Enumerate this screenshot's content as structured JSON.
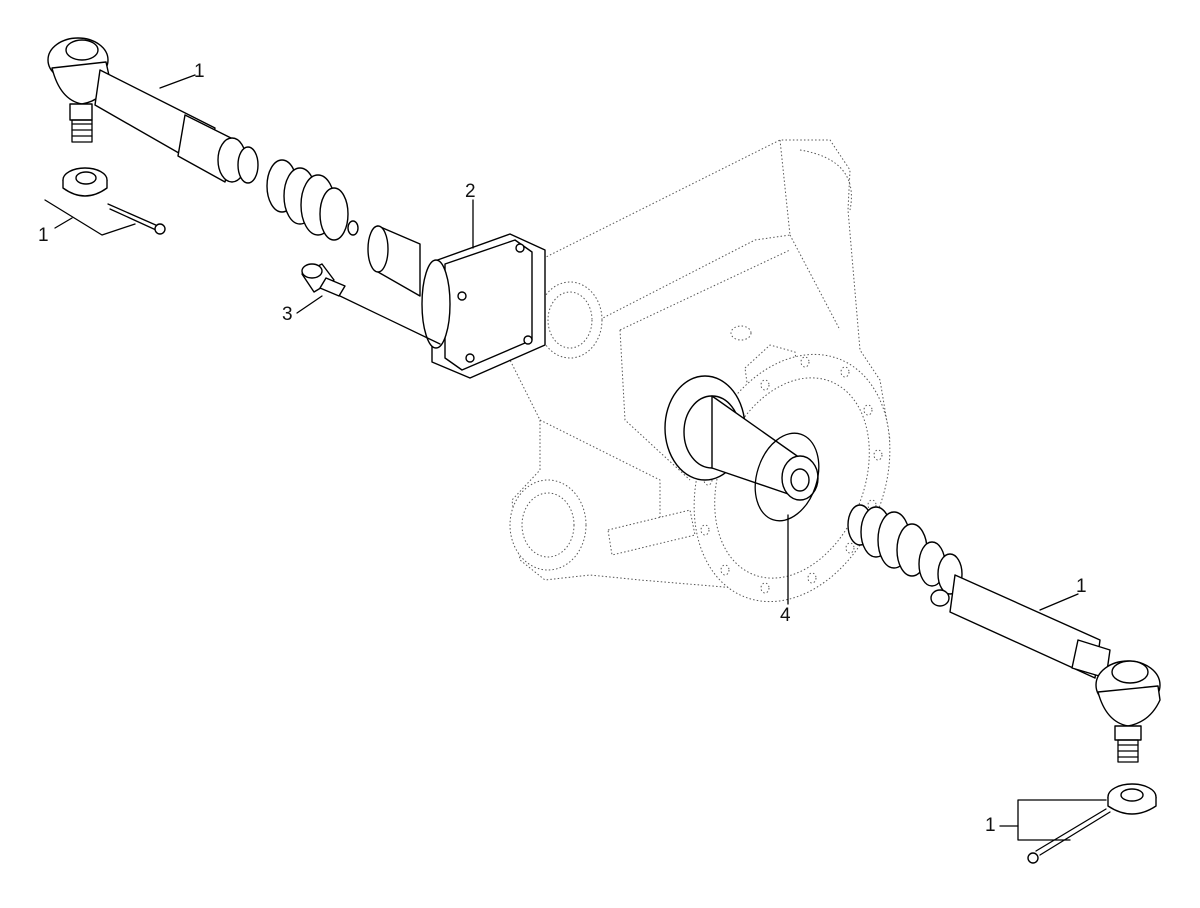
{
  "callouts": {
    "tie_rod_left": "1",
    "nut_pin_left": "1",
    "cylinder_flange": "2",
    "screw": "3",
    "seal_ring": "4",
    "tie_rod_right": "1",
    "nut_pin_right": "1"
  },
  "colors": {
    "line": "#000000",
    "housing_dotted": "#555555",
    "background": "#ffffff"
  }
}
